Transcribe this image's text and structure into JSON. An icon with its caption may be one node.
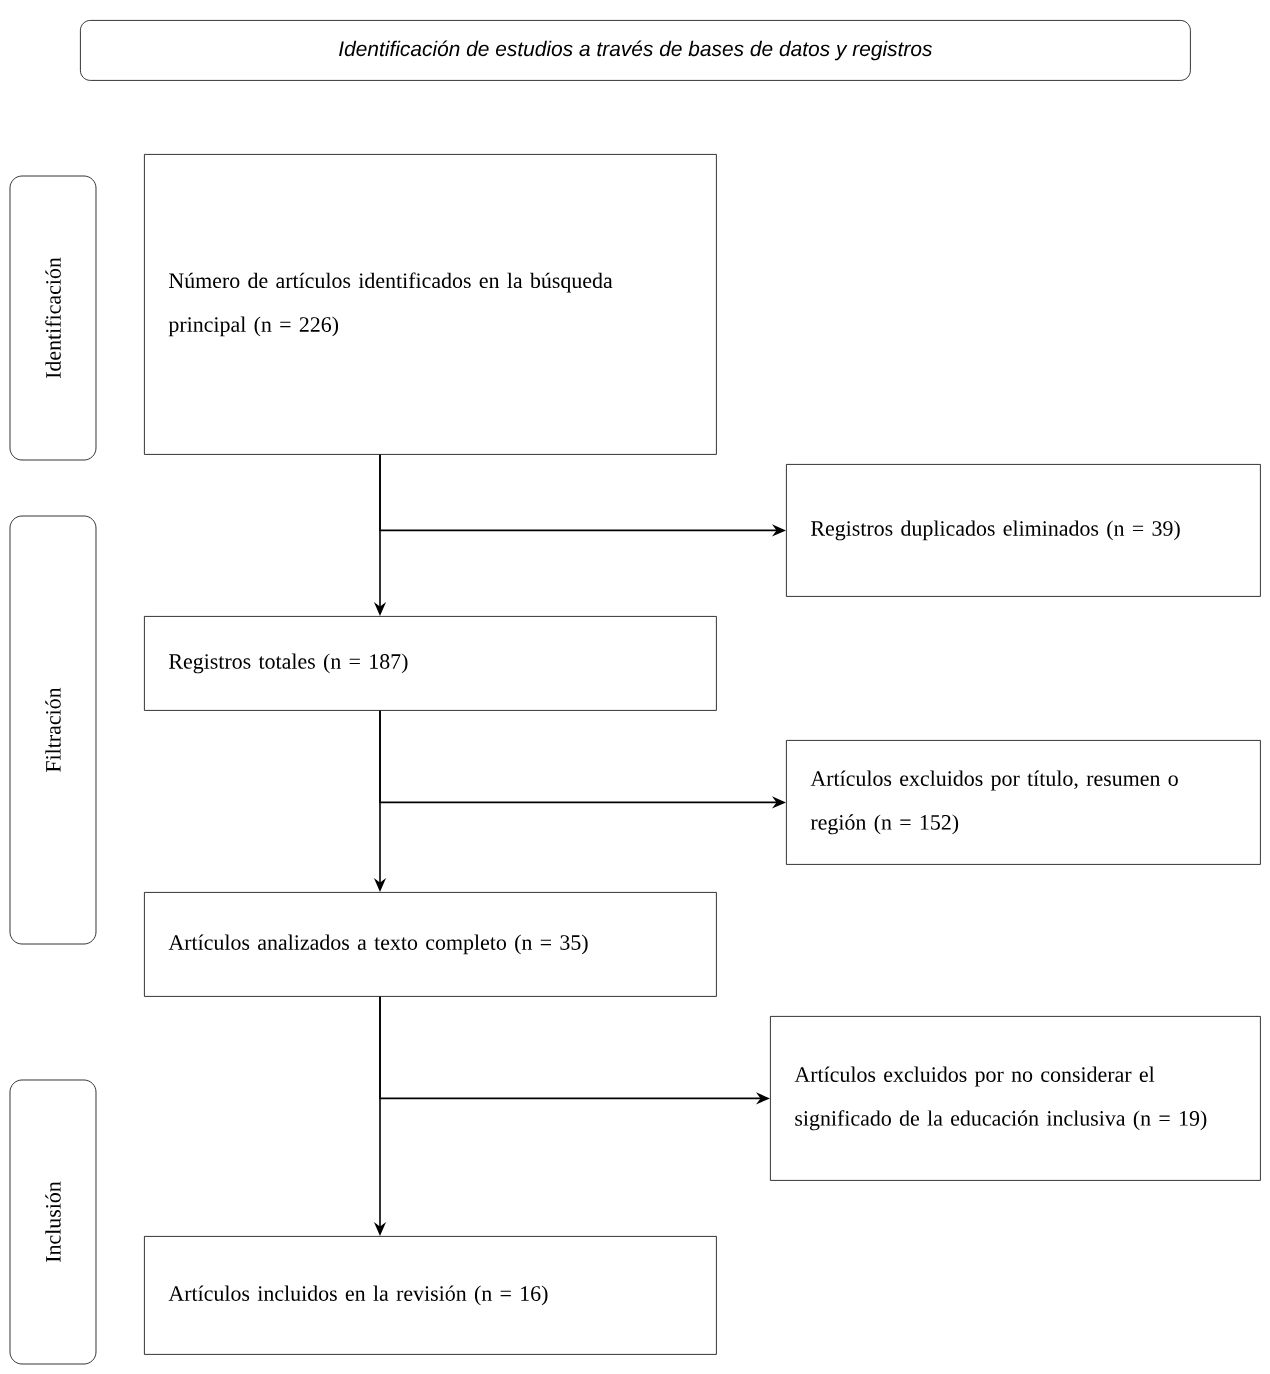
{
  "diagram": {
    "nodes": [
      {
        "text": [
          "Identificación de estudios a través de bases de datos y registros"
        ]
      },
      {
        "text": [
          "Identificación"
        ]
      },
      {
        "text": [
          "Número de artículos identificados en la búsqueda principal (n = 226)"
        ]
      },
      {
        "text": [
          "Registros duplicados eliminados (n = 39)"
        ]
      },
      {
        "text": [
          "Filtración"
        ]
      },
      {
        "text": [
          "Registros totales (n = 187)"
        ]
      },
      {
        "text": [
          "Artículos excluidos por título, resumen o región (n = 152)"
        ]
      },
      {
        "text": [
          "Artículos analizados a texto completo (n = 35)"
        ]
      },
      {
        "text": [
          "Artículos excluidos por no considerar el significado de la educación inclusiva (n = 19)"
        ]
      },
      {
        "text": [
          "Inclusión"
        ]
      },
      {
        "text": [
          "Artículos incluidos en la revisión (n = 16)"
        ]
      }
    ],
    "edges": [
      {
        "from": 2,
        "to": 5,
        "arrow": "to"
      },
      {
        "from": 2,
        "to": 3,
        "arrow": "to"
      },
      {
        "from": 5,
        "to": 7,
        "arrow": "to"
      },
      {
        "from": 5,
        "to": 6,
        "arrow": "to"
      },
      {
        "from": 7,
        "to": 10,
        "arrow": "to"
      },
      {
        "from": 7,
        "to": 8,
        "arrow": "to"
      }
    ]
  }
}
